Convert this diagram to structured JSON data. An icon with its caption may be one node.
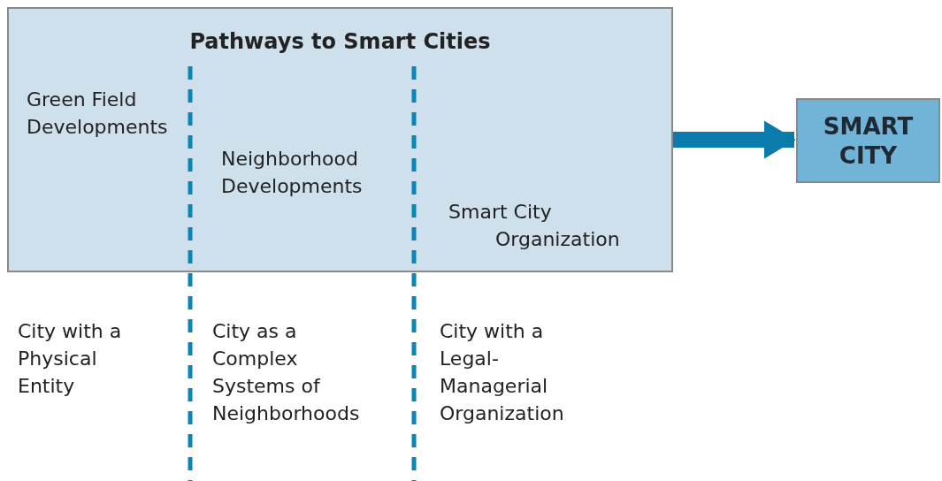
{
  "diagram": {
    "nodes": [
      {
        "text": [
          "Pathways to Smart Cities",
          "Green Field Developments",
          "Neighborhood Developments",
          "Smart City Organization"
        ]
      },
      {
        "text": [
          "SMART CITY"
        ]
      }
    ],
    "edges": [
      {
        "from": 0,
        "to": 1,
        "arrow": "to"
      }
    ],
    "labels": [
      "City with a Physical Entity",
      "City as a Complex Systems of Neighborhoods",
      "City with a Legal-Managerial Organization"
    ]
  }
}
